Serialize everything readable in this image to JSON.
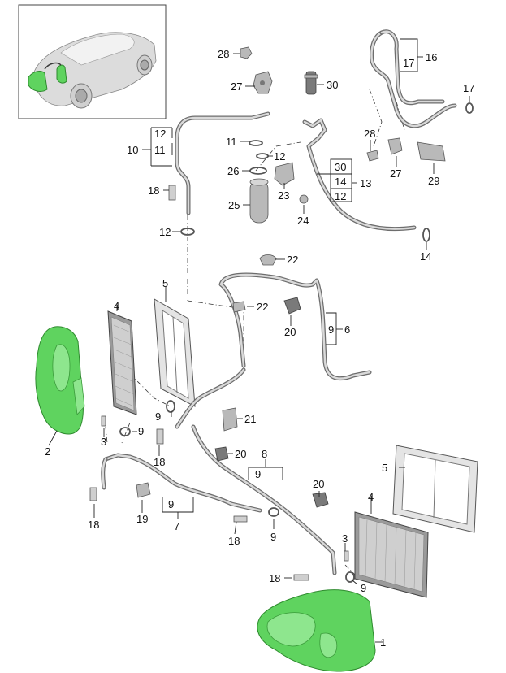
{
  "callouts": [
    {
      "id": "c1",
      "text": "1"
    },
    {
      "id": "c2",
      "text": "2"
    },
    {
      "id": "c3a",
      "text": "3"
    },
    {
      "id": "c3b",
      "text": "3"
    },
    {
      "id": "c4a",
      "text": "4"
    },
    {
      "id": "c4b",
      "text": "4"
    },
    {
      "id": "c5a",
      "text": "5"
    },
    {
      "id": "c5b",
      "text": "5"
    },
    {
      "id": "c6",
      "text": "6"
    },
    {
      "id": "c6s",
      "text": "9"
    },
    {
      "id": "c7",
      "text": "7"
    },
    {
      "id": "c7s",
      "text": "9"
    },
    {
      "id": "c8",
      "text": "8"
    },
    {
      "id": "c8s",
      "text": "9"
    },
    {
      "id": "c9a",
      "text": "9"
    },
    {
      "id": "c9b",
      "text": "9"
    },
    {
      "id": "c9c",
      "text": "9"
    },
    {
      "id": "c9d",
      "text": "9"
    },
    {
      "id": "c10",
      "text": "10"
    },
    {
      "id": "c10a",
      "text": "12"
    },
    {
      "id": "c10b",
      "text": "11"
    },
    {
      "id": "c11",
      "text": "11"
    },
    {
      "id": "c12a",
      "text": "12"
    },
    {
      "id": "c12b",
      "text": "12"
    },
    {
      "id": "c13",
      "text": "13"
    },
    {
      "id": "c13a",
      "text": "30"
    },
    {
      "id": "c13b",
      "text": "14"
    },
    {
      "id": "c13c",
      "text": "12"
    },
    {
      "id": "c14",
      "text": "14"
    },
    {
      "id": "c16",
      "text": "16"
    },
    {
      "id": "c16a",
      "text": "17"
    },
    {
      "id": "c17",
      "text": "17"
    },
    {
      "id": "c18a",
      "text": "18"
    },
    {
      "id": "c18b",
      "text": "18"
    },
    {
      "id": "c18c",
      "text": "18"
    },
    {
      "id": "c18d",
      "text": "18"
    },
    {
      "id": "c18e",
      "text": "18"
    },
    {
      "id": "c19",
      "text": "19"
    },
    {
      "id": "c20a",
      "text": "20"
    },
    {
      "id": "c20b",
      "text": "20"
    },
    {
      "id": "c20c",
      "text": "20"
    },
    {
      "id": "c21",
      "text": "21"
    },
    {
      "id": "c22a",
      "text": "22"
    },
    {
      "id": "c22b",
      "text": "22"
    },
    {
      "id": "c23",
      "text": "23"
    },
    {
      "id": "c24",
      "text": "24"
    },
    {
      "id": "c25",
      "text": "25"
    },
    {
      "id": "c26",
      "text": "26"
    },
    {
      "id": "c27a",
      "text": "27"
    },
    {
      "id": "c27b",
      "text": "27"
    },
    {
      "id": "c28a",
      "text": "28"
    },
    {
      "id": "c28b",
      "text": "28"
    },
    {
      "id": "c29",
      "text": "29"
    },
    {
      "id": "c30",
      "text": "30"
    }
  ],
  "colors": {
    "highlight_part": "#5fd35f",
    "line_art": "#6d6d6d"
  }
}
